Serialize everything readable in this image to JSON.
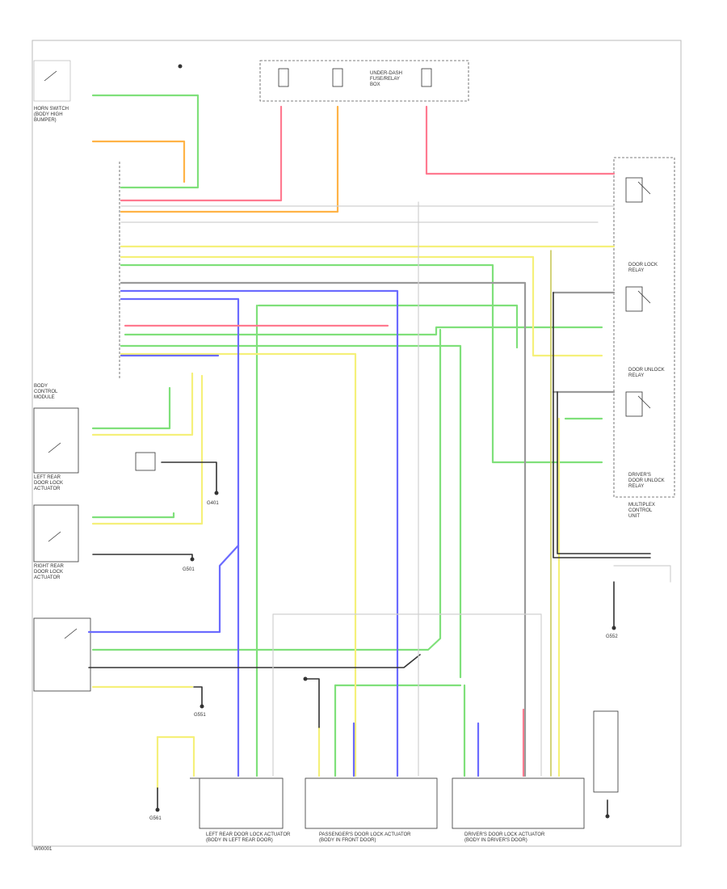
{
  "diagram_code": "W00001",
  "colors": {
    "green": "#7fe07a",
    "yellow": "#f5f07a",
    "blue": "#6b6bff",
    "pink": "#ff7a90",
    "orange": "#ffb347",
    "gray": "#9a9a9a",
    "black": "#222222",
    "lightgray": "#d0d0d0",
    "olive": "#c8c85a"
  },
  "blocks": [
    {
      "id": "horn-switch",
      "label": "HORN SWITCH\n(BODY HIGH\nBUMPER)"
    },
    {
      "id": "body-ecm",
      "label": "BODY\nCONTROL\nMODULE"
    },
    {
      "id": "fuse-relay",
      "label": "UNDER-DASH\nFUSE/RELAY\nBOX"
    },
    {
      "id": "left-rear-lock",
      "label": "LEFT REAR\nDOOR LOCK\nACTUATOR"
    },
    {
      "id": "right-rear-lock",
      "label": "RIGHT REAR\nDOOR LOCK\nACTUATOR"
    },
    {
      "id": "pass-door-lock",
      "label": "PASSENGER'S DOOR LOCK ACTUATOR\n(BODY IN FRONT DOOR)"
    },
    {
      "id": "driver-door-lock",
      "label": "DRIVER'S DOOR LOCK ACTUATOR\n(BODY IN DRIVER'S DOOR)"
    },
    {
      "id": "rear-left-door",
      "label": "LEFT REAR DOOR LOCK ACTUATOR\n(BODY IN LEFT REAR DOOR)"
    },
    {
      "id": "mpcs",
      "label": "MULTIPLEX\nCONTROL\nUNIT"
    },
    {
      "id": "door-lock-relay",
      "label": "DOOR LOCK\nRELAY"
    },
    {
      "id": "door-unlock-relay",
      "label": "DOOR UNLOCK\nRELAY"
    },
    {
      "id": "driver-unlock-relay",
      "label": "DRIVER'S\nDOOR UNLOCK\nRELAY"
    },
    {
      "id": "ground-1",
      "label": "G401"
    },
    {
      "id": "ground-2",
      "label": "G501"
    },
    {
      "id": "ground-3",
      "label": "G551"
    },
    {
      "id": "ground-4",
      "label": "G552"
    },
    {
      "id": "ground-5",
      "label": "G561"
    }
  ]
}
